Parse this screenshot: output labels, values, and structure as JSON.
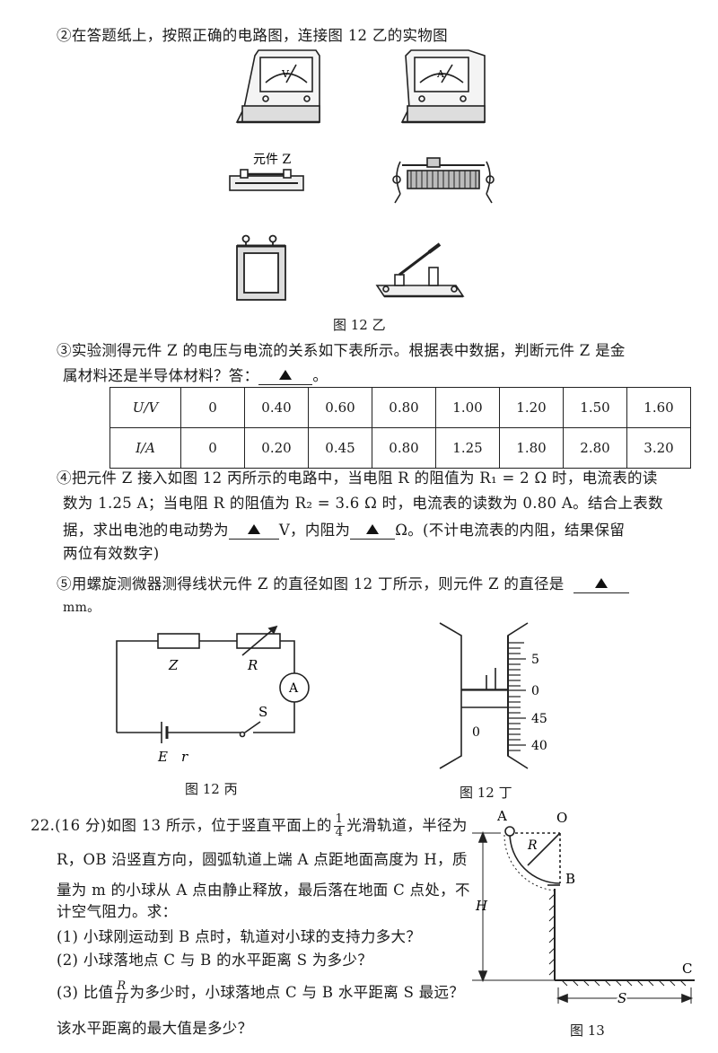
{
  "q2": {
    "num": "②",
    "text": "在答题纸上，按照正确的电路图，连接图 12 乙的实物图"
  },
  "fig12b": {
    "voltmeter_symbol": "V",
    "ammeter_symbol": "A",
    "component_label": "元件 Z",
    "caption": "图 12 乙"
  },
  "q3": {
    "num": "③",
    "line1": "实验测得元件 Z 的电压与电流的关系如下表所示。根据表中数据，判断元件 Z 是金",
    "line2_a": "属材料还是半导体材料？答：",
    "line2_b": "。"
  },
  "table": {
    "row1_header": "U/V",
    "row1": [
      "0",
      "0.40",
      "0.60",
      "0.80",
      "1.00",
      "1.20",
      "1.50",
      "1.60"
    ],
    "row2_header": "I/A",
    "row2": [
      "0",
      "0.20",
      "0.45",
      "0.80",
      "1.25",
      "1.80",
      "2.80",
      "3.20"
    ]
  },
  "q4": {
    "num": "④",
    "line1": "把元件 Z 接入如图 12 丙所示的电路中，当电阻 R 的阻值为 R₁ = 2 Ω 时，电流表的读",
    "line2": "数为 1.25 A；当电阻 R 的阻值为 R₂ = 3.6 Ω 时，电流表的读数为 0.80 A。结合上表数",
    "line3_a": "据，求出电池的电动势为",
    "line3_b": "V，内阻为",
    "line3_c": "Ω。(不计电流表的内阻，结果保留",
    "line4": "两位有效数字)"
  },
  "q5": {
    "num": "⑤",
    "line1": "用螺旋测微器测得线状元件 Z 的直径如图 12 丁所示，则元件 Z 的直径是",
    "line2": "mm。"
  },
  "fig12c": {
    "z": "Z",
    "r": "R",
    "a": "A",
    "s": "S",
    "e": "E",
    "rr": "r",
    "caption": "图 12 丙"
  },
  "fig12d": {
    "ticks": [
      "5",
      "0",
      "45",
      "40"
    ],
    "main_zero": "0",
    "caption": "图 12 丁"
  },
  "q22": {
    "num": "22.",
    "l1_a": "(16 分)如图 13 所示，位于竖直平面上的",
    "frac_num": "1",
    "frac_den": "4",
    "l1_b": "光滑轨道，半径为",
    "l2": "R，OB 沿竖直方向，圆弧轨道上端 A 点距地面高度为 H，质",
    "l3": "量为 m 的小球从 A 点由静止释放，最后落在地面 C 点处，不",
    "l4": "计空气阻力。求：",
    "s1": "(1) 小球刚运动到 B 点时，轨道对小球的支持力多大？",
    "s2": "(2) 小球落地点 C 与 B 的水平距离 S 为多少？",
    "s3_a": "(3) 比值",
    "s3_num": "R",
    "s3_den": "H",
    "s3_b": "为多少时，小球落地点 C 与 B 水平距离 S 最远？",
    "s4": "该水平距离的最大值是多少？"
  },
  "fig13": {
    "a": "A",
    "o": "O",
    "r": "R",
    "b": "B",
    "h": "H",
    "c": "C",
    "s": "S",
    "caption": "图 13"
  },
  "answer_mark": "▲"
}
